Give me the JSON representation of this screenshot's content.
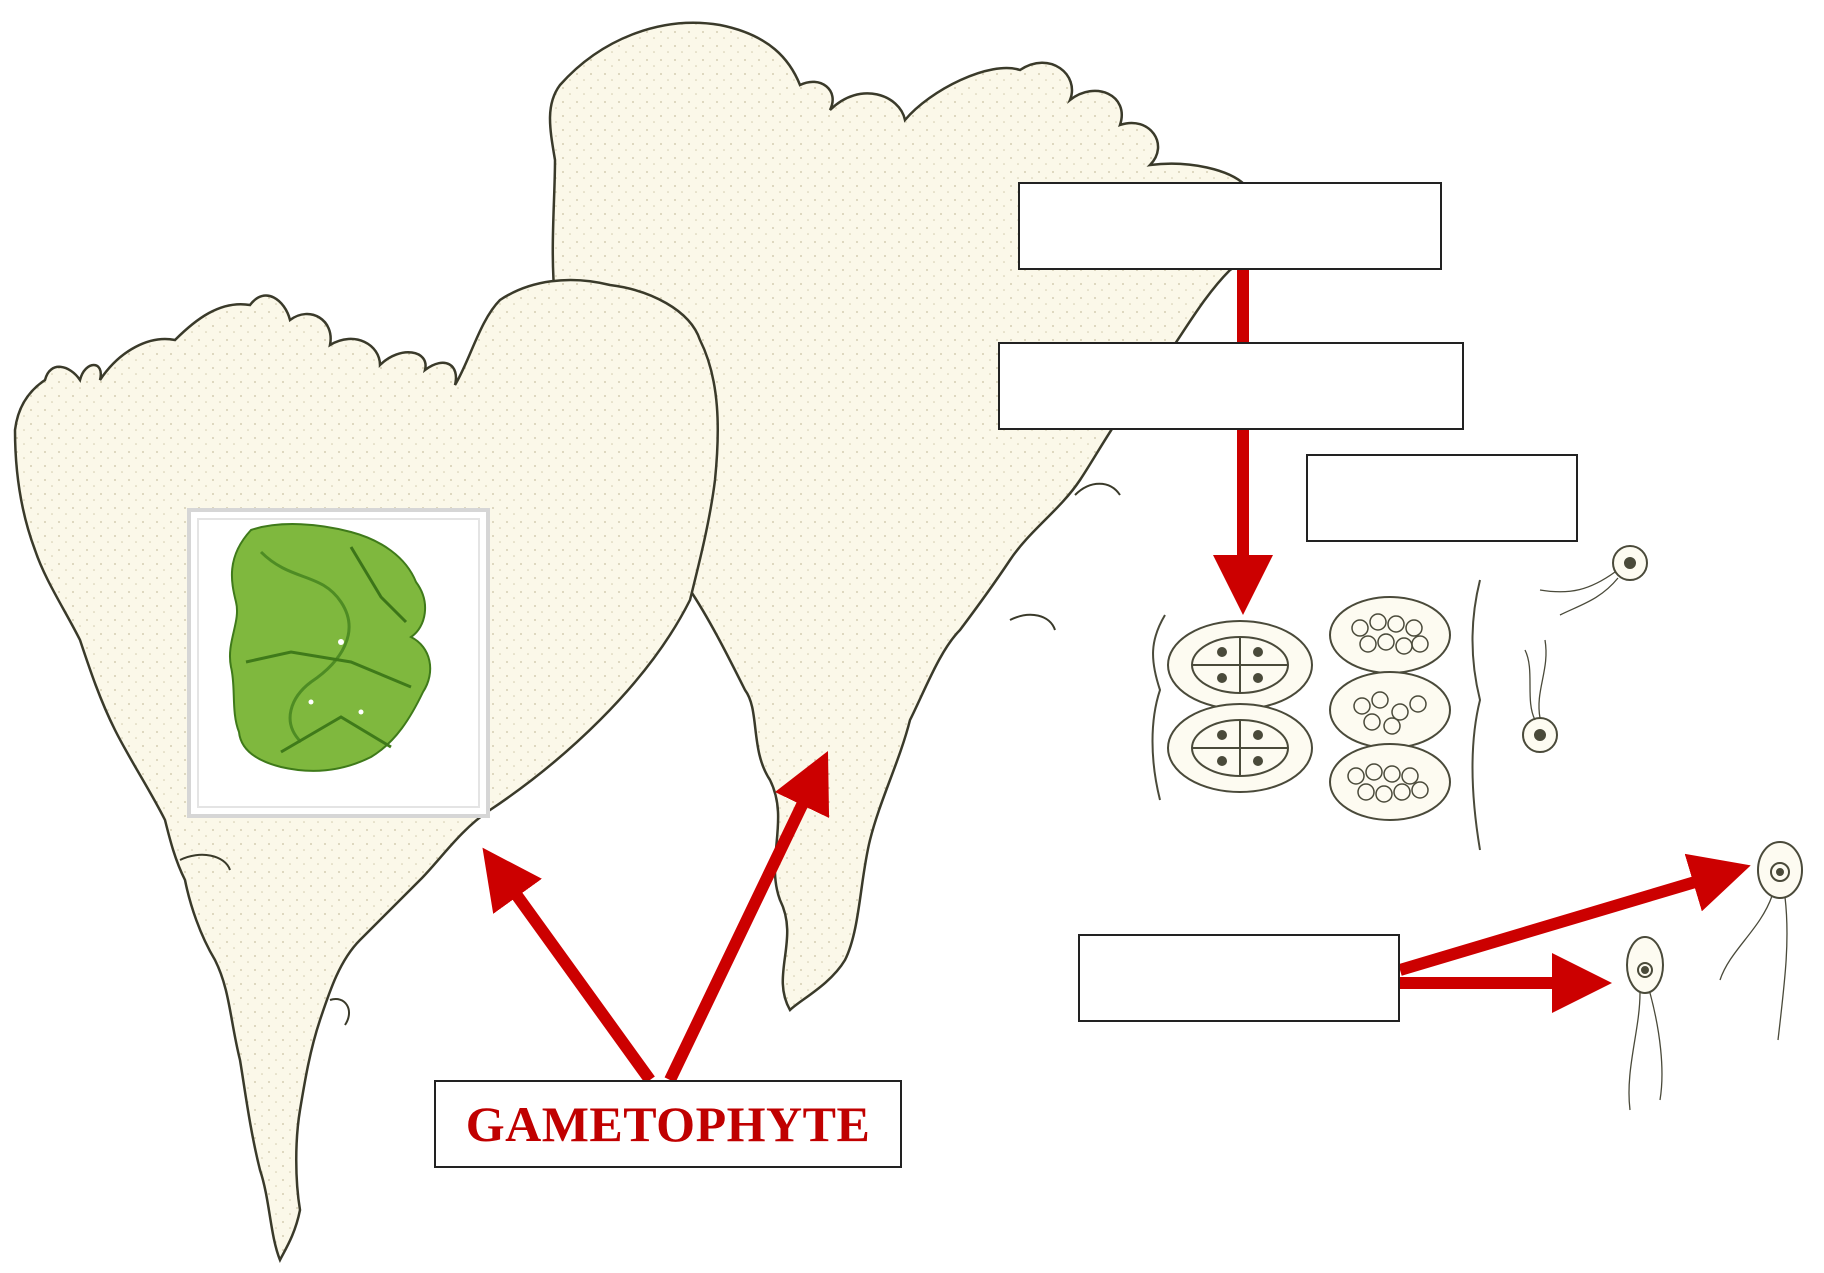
{
  "labels": {
    "gametophyte": "GAMETOPHYTE",
    "blank_1": "",
    "blank_2": "",
    "blank_3": "",
    "blank_4": ""
  },
  "colors": {
    "arrow": "#cc0000",
    "label_text": "#c00000",
    "thallus_fill": "#fbf8e9",
    "thallus_outline": "#3a3a2a",
    "photo_green": "#78b83a"
  },
  "icons": {
    "thallus_left": "seaweed-thallus-illustration",
    "thallus_right": "seaweed-thallus-illustration",
    "photo": "sea-lettuce-photo",
    "gametangia": "gametangia-cross-section-illustration",
    "zoospores": "flagellated-cell-illustration"
  }
}
